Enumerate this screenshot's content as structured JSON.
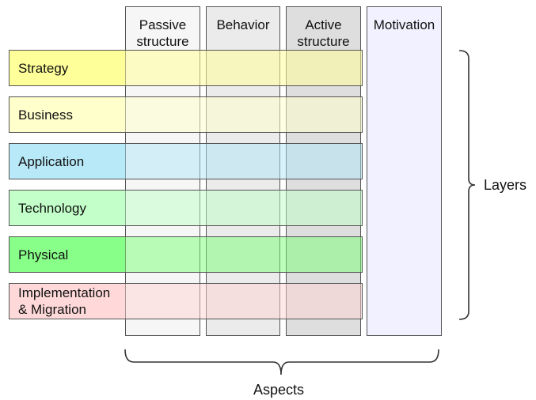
{
  "aspects": [
    {
      "label": "Passive\nstructure",
      "fill": "#f6f6f6"
    },
    {
      "label": "Behavior",
      "fill": "#ebebeb"
    },
    {
      "label": "Active\nstructure",
      "fill": "#dedede"
    },
    {
      "label": "Motivation",
      "fill": "#f1f1ff"
    }
  ],
  "layers": [
    {
      "label": "Strategy",
      "color": "#ffff99"
    },
    {
      "label": "Business",
      "color": "#ffffcc"
    },
    {
      "label": "Application",
      "color": "#c0ecf8"
    },
    {
      "label": "Technology",
      "color": "#c9ffcc"
    },
    {
      "label": "Physical",
      "color": "#99ff99"
    },
    {
      "label": "Implementation\n& Migration",
      "color": "#ffe0e0"
    }
  ],
  "braces": {
    "layers_label": "Layers",
    "aspects_label": "Aspects"
  }
}
